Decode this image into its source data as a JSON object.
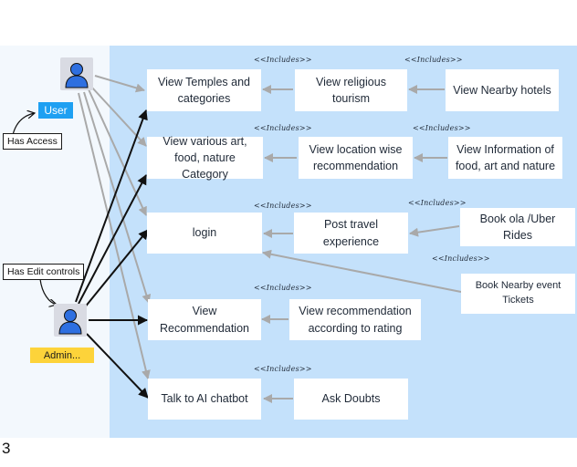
{
  "colors": {
    "system_bg": "#c4e1fb",
    "left_bg": "#f3f8fd",
    "user_badge": "#1ea0f2",
    "admin_badge": "#fdd33a",
    "actor_icon": "#2e6fe0",
    "gray_arrow": "#a9a9a9",
    "black_arrow": "#111111"
  },
  "actors": {
    "user": {
      "label": "User",
      "icon": "person-icon"
    },
    "admin": {
      "label": "Admin...",
      "icon": "person-icon"
    }
  },
  "notes": {
    "has_access": "Has Access",
    "has_edit": "Has Edit controls"
  },
  "include_label": "<<Includes>>",
  "use_cases": {
    "temples": [
      "View Temples and",
      "categories"
    ],
    "religious": [
      "View religious",
      "tourism"
    ],
    "hotels": [
      "View Nearby hotels"
    ],
    "art": [
      "View various art,",
      "food, nature Category"
    ],
    "location": [
      "View location wise",
      "recommendation"
    ],
    "info": [
      "View Information of",
      "food, art and nature"
    ],
    "login": [
      "login"
    ],
    "post": [
      "Post travel",
      "experience"
    ],
    "rides": [
      "Book ola /Uber Rides"
    ],
    "event": [
      "Book Nearby event",
      "Tickets"
    ],
    "recommendation": [
      "View",
      "Recommendation"
    ],
    "rating": [
      "View recommendation",
      "according to rating"
    ],
    "chatbot": [
      "Talk to AI chatbot"
    ],
    "doubts": [
      "Ask Doubts"
    ]
  },
  "page_number": "3"
}
